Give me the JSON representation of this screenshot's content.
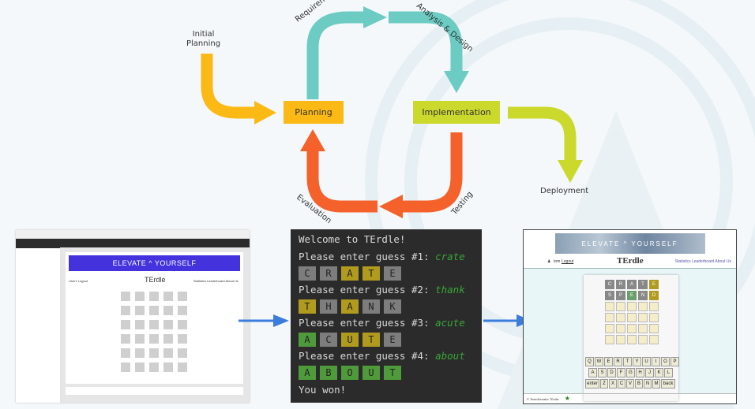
{
  "cycle": {
    "initial_label": "Initial\nPlanning",
    "requirements_label": "Requirements",
    "analysis_label": "Analysis & Design",
    "planning_label": "Planning",
    "implementation_label": "Implementation",
    "deployment_label": "Deployment",
    "evaluation_label": "Evaluation",
    "testing_label": "Testing",
    "colors": {
      "planning": "#fbb915",
      "requirements": "#6ccbc3",
      "implementation": "#cbd82c",
      "evaluation": "#f4612b"
    }
  },
  "figma": {
    "banner": "ELEVATE ^ YOURSELF",
    "nav_left": "User1   Logout",
    "title": "TErdle",
    "nav_right": "Statistics   Leaderboard   About Us"
  },
  "terminal": {
    "welcome": "Welcome to TErdle!",
    "rounds": [
      {
        "prompt": "Please enter guess #1: ",
        "guess": "crate",
        "tiles": [
          {
            "l": "C",
            "c": "gray"
          },
          {
            "l": "R",
            "c": "gray"
          },
          {
            "l": "A",
            "c": "yellow"
          },
          {
            "l": "T",
            "c": "yellow"
          },
          {
            "l": "E",
            "c": "gray"
          }
        ]
      },
      {
        "prompt": "Please enter guess #2: ",
        "guess": "thank",
        "tiles": [
          {
            "l": "T",
            "c": "yellow"
          },
          {
            "l": "H",
            "c": "gray"
          },
          {
            "l": "A",
            "c": "yellow"
          },
          {
            "l": "N",
            "c": "gray"
          },
          {
            "l": "K",
            "c": "gray"
          }
        ]
      },
      {
        "prompt": "Please enter guess #3: ",
        "guess": "acute",
        "tiles": [
          {
            "l": "A",
            "c": "green"
          },
          {
            "l": "C",
            "c": "gray"
          },
          {
            "l": "U",
            "c": "yellow"
          },
          {
            "l": "T",
            "c": "yellow"
          },
          {
            "l": "E",
            "c": "gray"
          }
        ]
      },
      {
        "prompt": "Please enter guess #4: ",
        "guess": "about",
        "tiles": [
          {
            "l": "A",
            "c": "green"
          },
          {
            "l": "B",
            "c": "green"
          },
          {
            "l": "O",
            "c": "green"
          },
          {
            "l": "U",
            "c": "green"
          },
          {
            "l": "T",
            "c": "green"
          }
        ]
      }
    ],
    "result": "You won!"
  },
  "app": {
    "header_text": "ELEVATE ^ YOURSELF",
    "user": "tom",
    "logout": "Logout",
    "title": "TErdle",
    "links": "Statistics  Leaderboard  About Us",
    "row1": [
      "C",
      "R",
      "A",
      "T",
      "E"
    ],
    "row2": [
      "S",
      "P",
      "E",
      "N",
      "D"
    ],
    "keys1": [
      "Q",
      "W",
      "E",
      "R",
      "T",
      "Y",
      "U",
      "I",
      "O",
      "P"
    ],
    "keys2": [
      "A",
      "S",
      "D",
      "F",
      "G",
      "H",
      "J",
      "K",
      "L"
    ],
    "keys3": [
      "enter",
      "Z",
      "X",
      "C",
      "V",
      "B",
      "N",
      "M",
      "back"
    ],
    "footer": "© TeamDevator TErdle"
  }
}
